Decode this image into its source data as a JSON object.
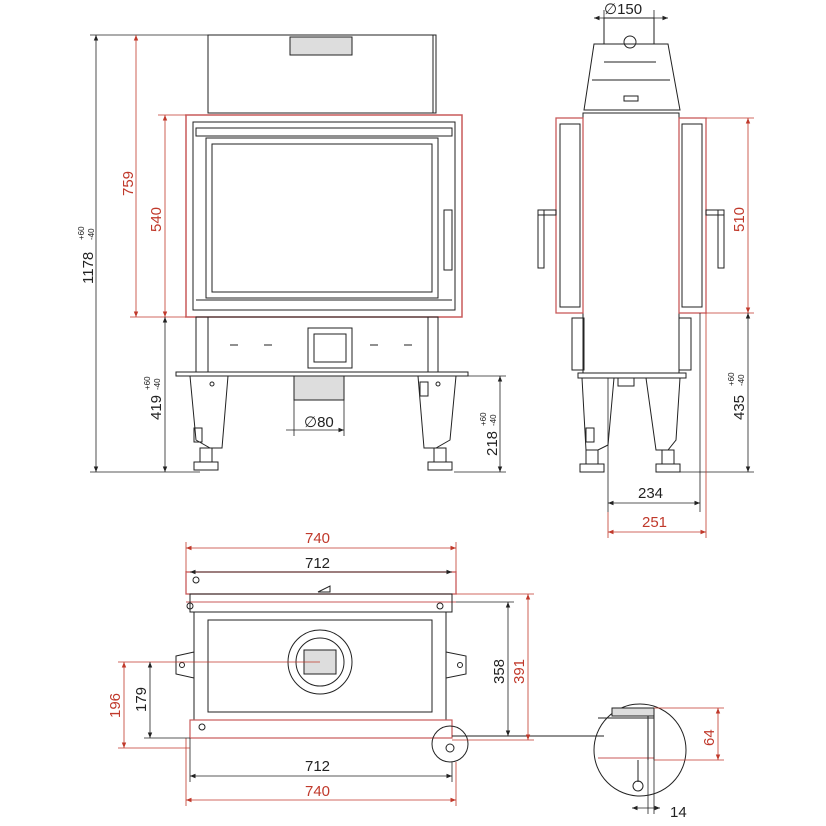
{
  "colors": {
    "dimension_red": "#c0392b",
    "line_dark": "#222222",
    "outline_red": "#c85a5a"
  },
  "front_view": {
    "overall_height": "1178",
    "overall_height_tol_plus": "+60",
    "overall_height_tol_minus": "-40",
    "frame_height": "759",
    "glass_height": "540",
    "leg_height": "419",
    "leg_height_tol_plus": "+60",
    "leg_height_tol_minus": "-40",
    "air_inlet_height": "218",
    "air_inlet_height_tol_plus": "+60",
    "air_inlet_height_tol_minus": "-40",
    "air_inlet_diameter": "∅80"
  },
  "side_view": {
    "flue_diameter": "∅150",
    "door_height": "510",
    "base_height": "435",
    "base_height_tol_plus": "+60",
    "base_height_tol_minus": "-40",
    "inner_depth": "234",
    "outer_depth": "251"
  },
  "top_view": {
    "outer_width_top": "740",
    "inner_width_top": "712",
    "inner_width_bottom": "712",
    "outer_width_bottom": "740",
    "inner_depth": "358",
    "outer_depth": "391",
    "flue_offset_outer": "196",
    "flue_offset_inner": "179"
  },
  "detail_view": {
    "frame_height": "64",
    "frame_offset": "14"
  }
}
